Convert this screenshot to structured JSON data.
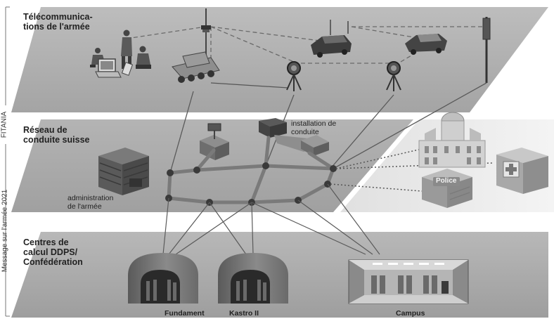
{
  "side_labels": {
    "top": "FITANIA",
    "bottom": "Message sur l'armée 2021"
  },
  "layers": {
    "telecom": "Télécommunica-\ntions de l'armée",
    "network": "Réseau de\nconduite suisse",
    "datacenters": "Centres de\ncalcul DDPS/\nConfédération"
  },
  "labels": {
    "installation": "installation de\nconduite",
    "administration": "administration\nde l'armée",
    "police": "Police"
  },
  "datacenters": {
    "fundament": "Fundament",
    "kastro": "Kastro II",
    "campus": "Campus"
  },
  "colors": {
    "plane_dark": "#a9a9a9",
    "plane_light": "#ececec",
    "network_line": "#7a7a7a",
    "node": "#3a3a3a"
  }
}
